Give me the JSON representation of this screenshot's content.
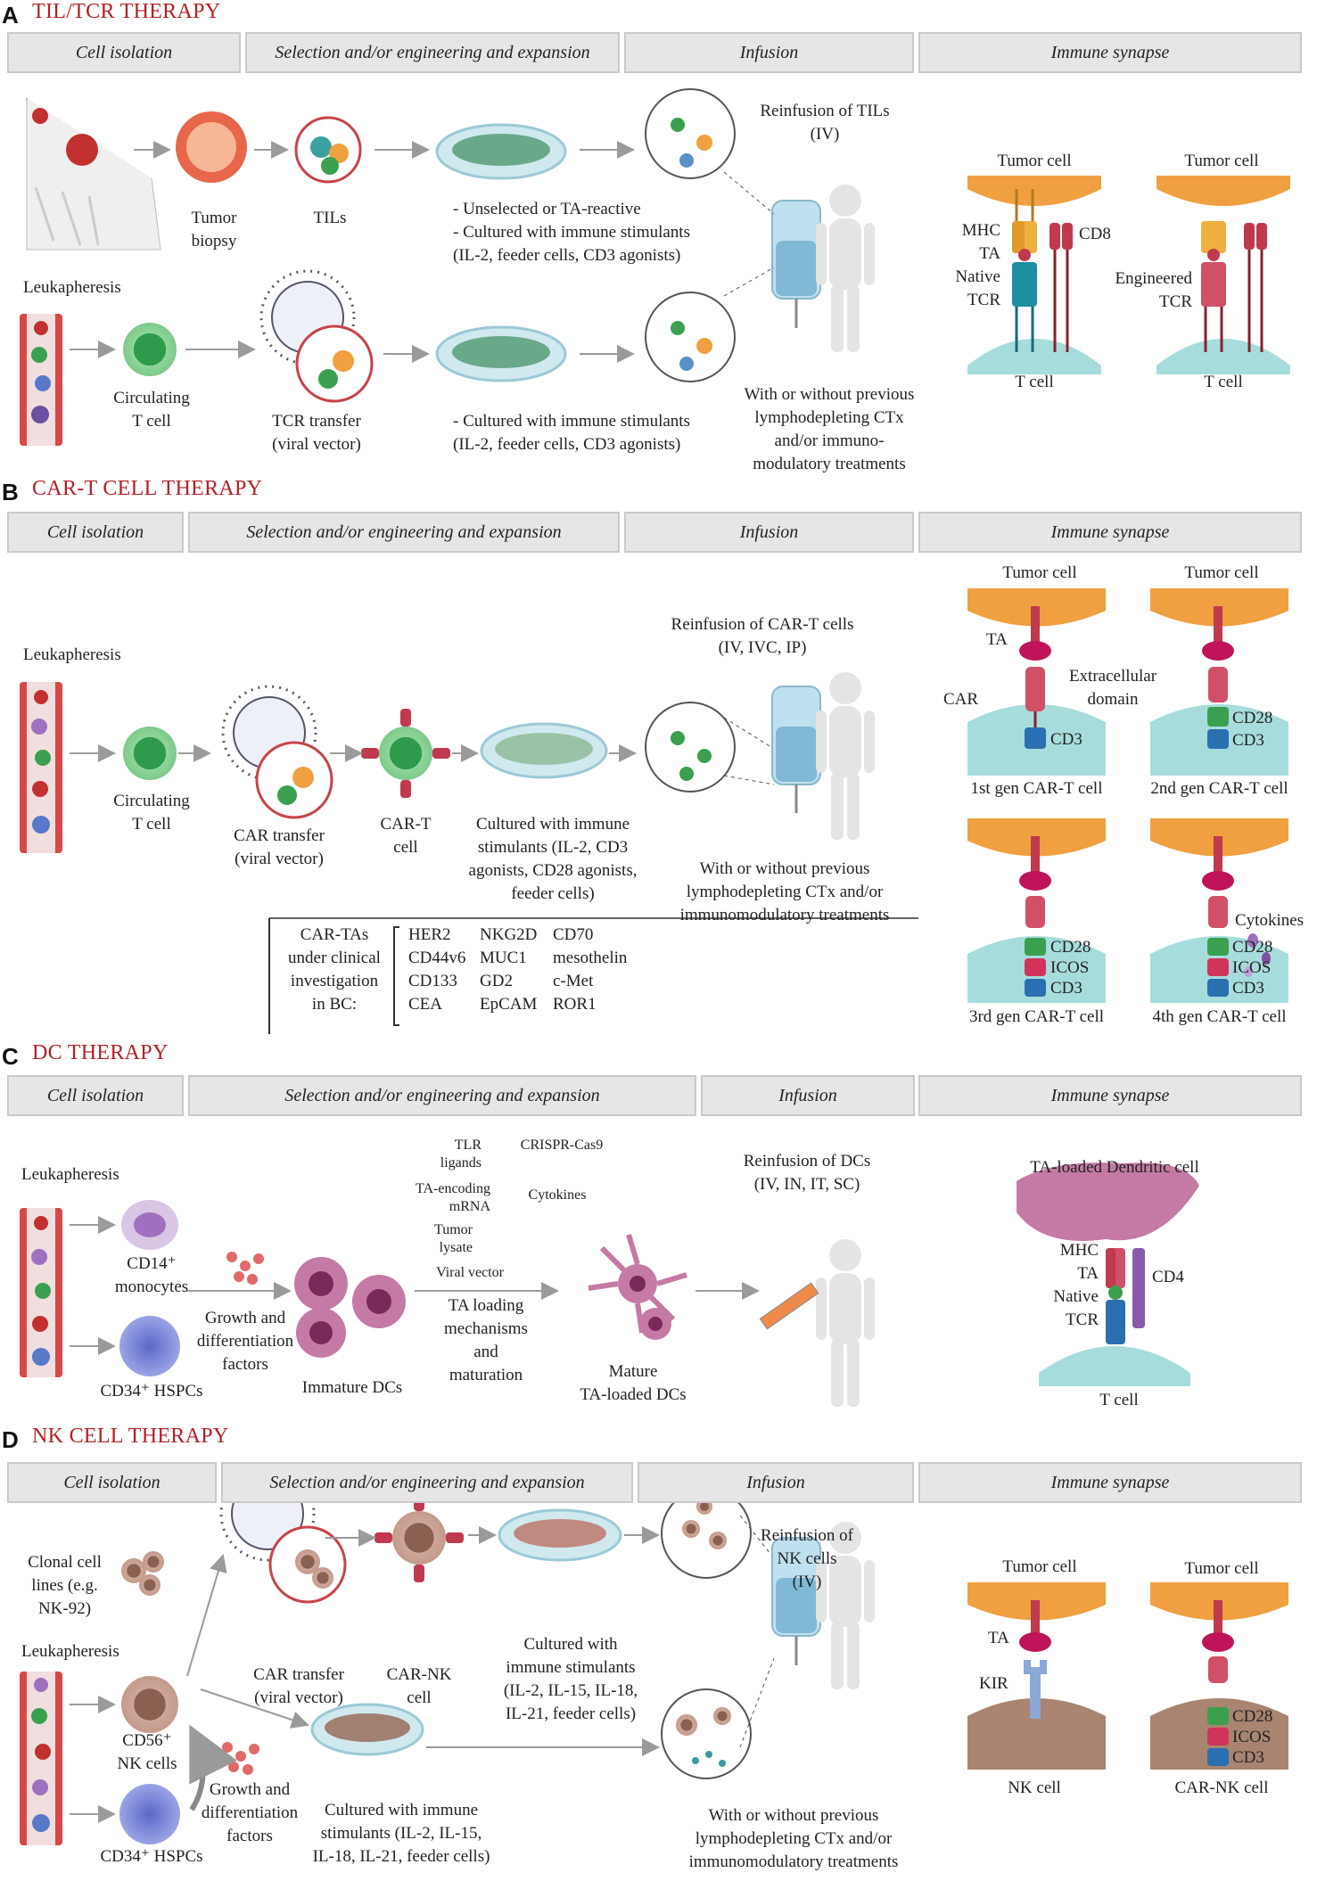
{
  "sections": {
    "a": {
      "letter": "A",
      "title": "TIL/TCR THERAPY",
      "headers": [
        "Cell isolation",
        "Selection and/or engineering and expansion",
        "Infusion",
        "Immune synapse"
      ],
      "labels": {
        "tumor_biopsy": "Tumor\nbiopsy",
        "tils": "TILs",
        "dish1": "- Unselected or TA-reactive\n- Cultured with immune stimulants\n(IL-2, feeder cells, CD3 agonists)",
        "reinfusion": "Reinfusion of TILs\n(IV)",
        "leukapheresis": "Leukapheresis",
        "circulating": "Circulating\nT cell",
        "tcr_transfer": "TCR transfer\n(viral vector)",
        "dish2": "- Cultured with immune stimulants\n(IL-2, feeder cells, CD3 agonists)",
        "previous": "With or without previous\nlymphodepleting CTx\nand/or immuno-\nmodulatory treatments",
        "tumor_cell_1": "Tumor cell",
        "tumor_cell_2": "Tumor cell",
        "mhc_stack": "MHC\nTA\nNative\nTCR",
        "cd8": "CD8",
        "engineered": "Engineered\nTCR",
        "t_cell_1": "T cell",
        "t_cell_2": "T cell"
      }
    },
    "b": {
      "letter": "B",
      "title": "CAR-T CELL THERAPY",
      "headers": [
        "Cell isolation",
        "Selection and/or engineering and expansion",
        "Infusion",
        "Immune synapse"
      ],
      "labels": {
        "leukapheresis": "Leukapheresis",
        "circulating": "Circulating\nT cell",
        "car_transfer": "CAR transfer\n(viral vector)",
        "car_t_cell": "CAR-T\ncell",
        "cultured": "Cultured with immune\nstimulants (IL-2, CD3\nagonists, CD28 agonists,\nfeeder cells)",
        "reinfusion": "Reinfusion of CAR-T cells\n(IV, IVC, IP)",
        "previous": "With or without previous\nlymphodepleting CTx and/or\nimmunomodulatory treatments",
        "tumor_cell_1": "Tumor cell",
        "tumor_cell_2": "Tumor cell",
        "ta": "TA",
        "car": "CAR",
        "extracellular": "Extracellular\ndomain",
        "gen1": "1st gen CAR-T cell",
        "gen2": "2nd gen CAR-T cell",
        "gen3": "3rd gen CAR-T cell",
        "gen4": "4th gen CAR-T cell",
        "cd3": "CD3",
        "cd28": "CD28",
        "icos": "ICOS",
        "cytokines": "Cytokines"
      },
      "car_tas": {
        "heading": "CAR-TAs\nunder clinical\ninvestigation\nin BC:",
        "col1": [
          "HER2",
          "CD44v6",
          "CD133",
          "CEA"
        ],
        "col2": [
          "NKG2D",
          "MUC1",
          "GD2",
          "EpCAM"
        ],
        "col3": [
          "CD70",
          "mesothelin",
          "c-Met",
          "ROR1"
        ]
      }
    },
    "c": {
      "letter": "C",
      "title": "DC THERAPY",
      "headers": [
        "Cell isolation",
        "Selection and/or engineering and expansion",
        "Infusion",
        "Immune synapse"
      ],
      "labels": {
        "leukapheresis": "Leukapheresis",
        "cd14": "CD14⁺\nmonocytes",
        "cd34": "CD34⁺ HSPCs",
        "growth": "Growth and\ndifferentiation\nfactors",
        "immature": "Immature DCs",
        "tlr": "TLR\nligands",
        "crispr": "CRISPR-Cas9",
        "ta_mrna": "TA-encoding\nmRNA",
        "cytokines": "Cytokines",
        "tumor_lysate": "Tumor\nlysate",
        "viral_vector": "Viral vector",
        "ta_loading": "TA loading\nmechanisms\nand\nmaturation",
        "mature": "Mature\nTA-loaded DCs",
        "reinfusion": "Reinfusion of DCs\n(IV, IN, IT, SC)",
        "dendritic": "TA-loaded Dendritic cell",
        "mhc_stack": "MHC\nTA\nNative\nTCR",
        "cd4": "CD4",
        "t_cell": "T cell"
      }
    },
    "d": {
      "letter": "D",
      "title": "NK CELL THERAPY",
      "headers": [
        "Cell isolation",
        "Selection and/or engineering and expansion",
        "Infusion",
        "Immune synapse"
      ],
      "labels": {
        "clonal": "Clonal cell\nlines (e.g.\nNK-92)",
        "leukapheresis": "Leukapheresis",
        "cd56": "CD56⁺\nNK cells",
        "cd34": "CD34⁺ HSPCs",
        "growth": "Growth and\ndifferentiation\nfactors",
        "car_transfer": "CAR transfer\n(viral vector)",
        "car_nk": "CAR-NK\ncell",
        "cultured_top": "Cultured with\nimmune stimulants\n(IL-2, IL-15, IL-18,\nIL-21, feeder cells)",
        "cultured_bottom": "Cultured with immune\nstimulants (IL-2, IL-15,\nIL-18, IL-21, feeder cells)",
        "reinfusion": "Reinfusion of\nNK cells\n(IV)",
        "previous": "With or without previous\nlymphodepleting CTx and/or\nimmunomodulatory treatments",
        "tumor_cell_1": "Tumor cell",
        "tumor_cell_2": "Tumor cell",
        "ta": "TA",
        "kir": "KIR",
        "cd28": "CD28",
        "icos": "ICOS",
        "cd3": "CD3",
        "nk_cell": "NK cell",
        "car_nk_cell": "CAR-NK cell"
      }
    }
  },
  "colors": {
    "title_red": "#b41f24",
    "header_bg": "#e6e6e6",
    "tumor": "#f0a040",
    "tcell": "#a7dcdc",
    "receptor_red": "#c0394f",
    "receptor_teal": "#1e8fa0",
    "cd3_blue": "#2a6fb0",
    "cd28_green": "#3aa050",
    "mhc_yellow": "#f0b040",
    "dc_pink": "#c47aa5",
    "nk_brown": "#a98470",
    "circle_red": "#c8434a"
  }
}
